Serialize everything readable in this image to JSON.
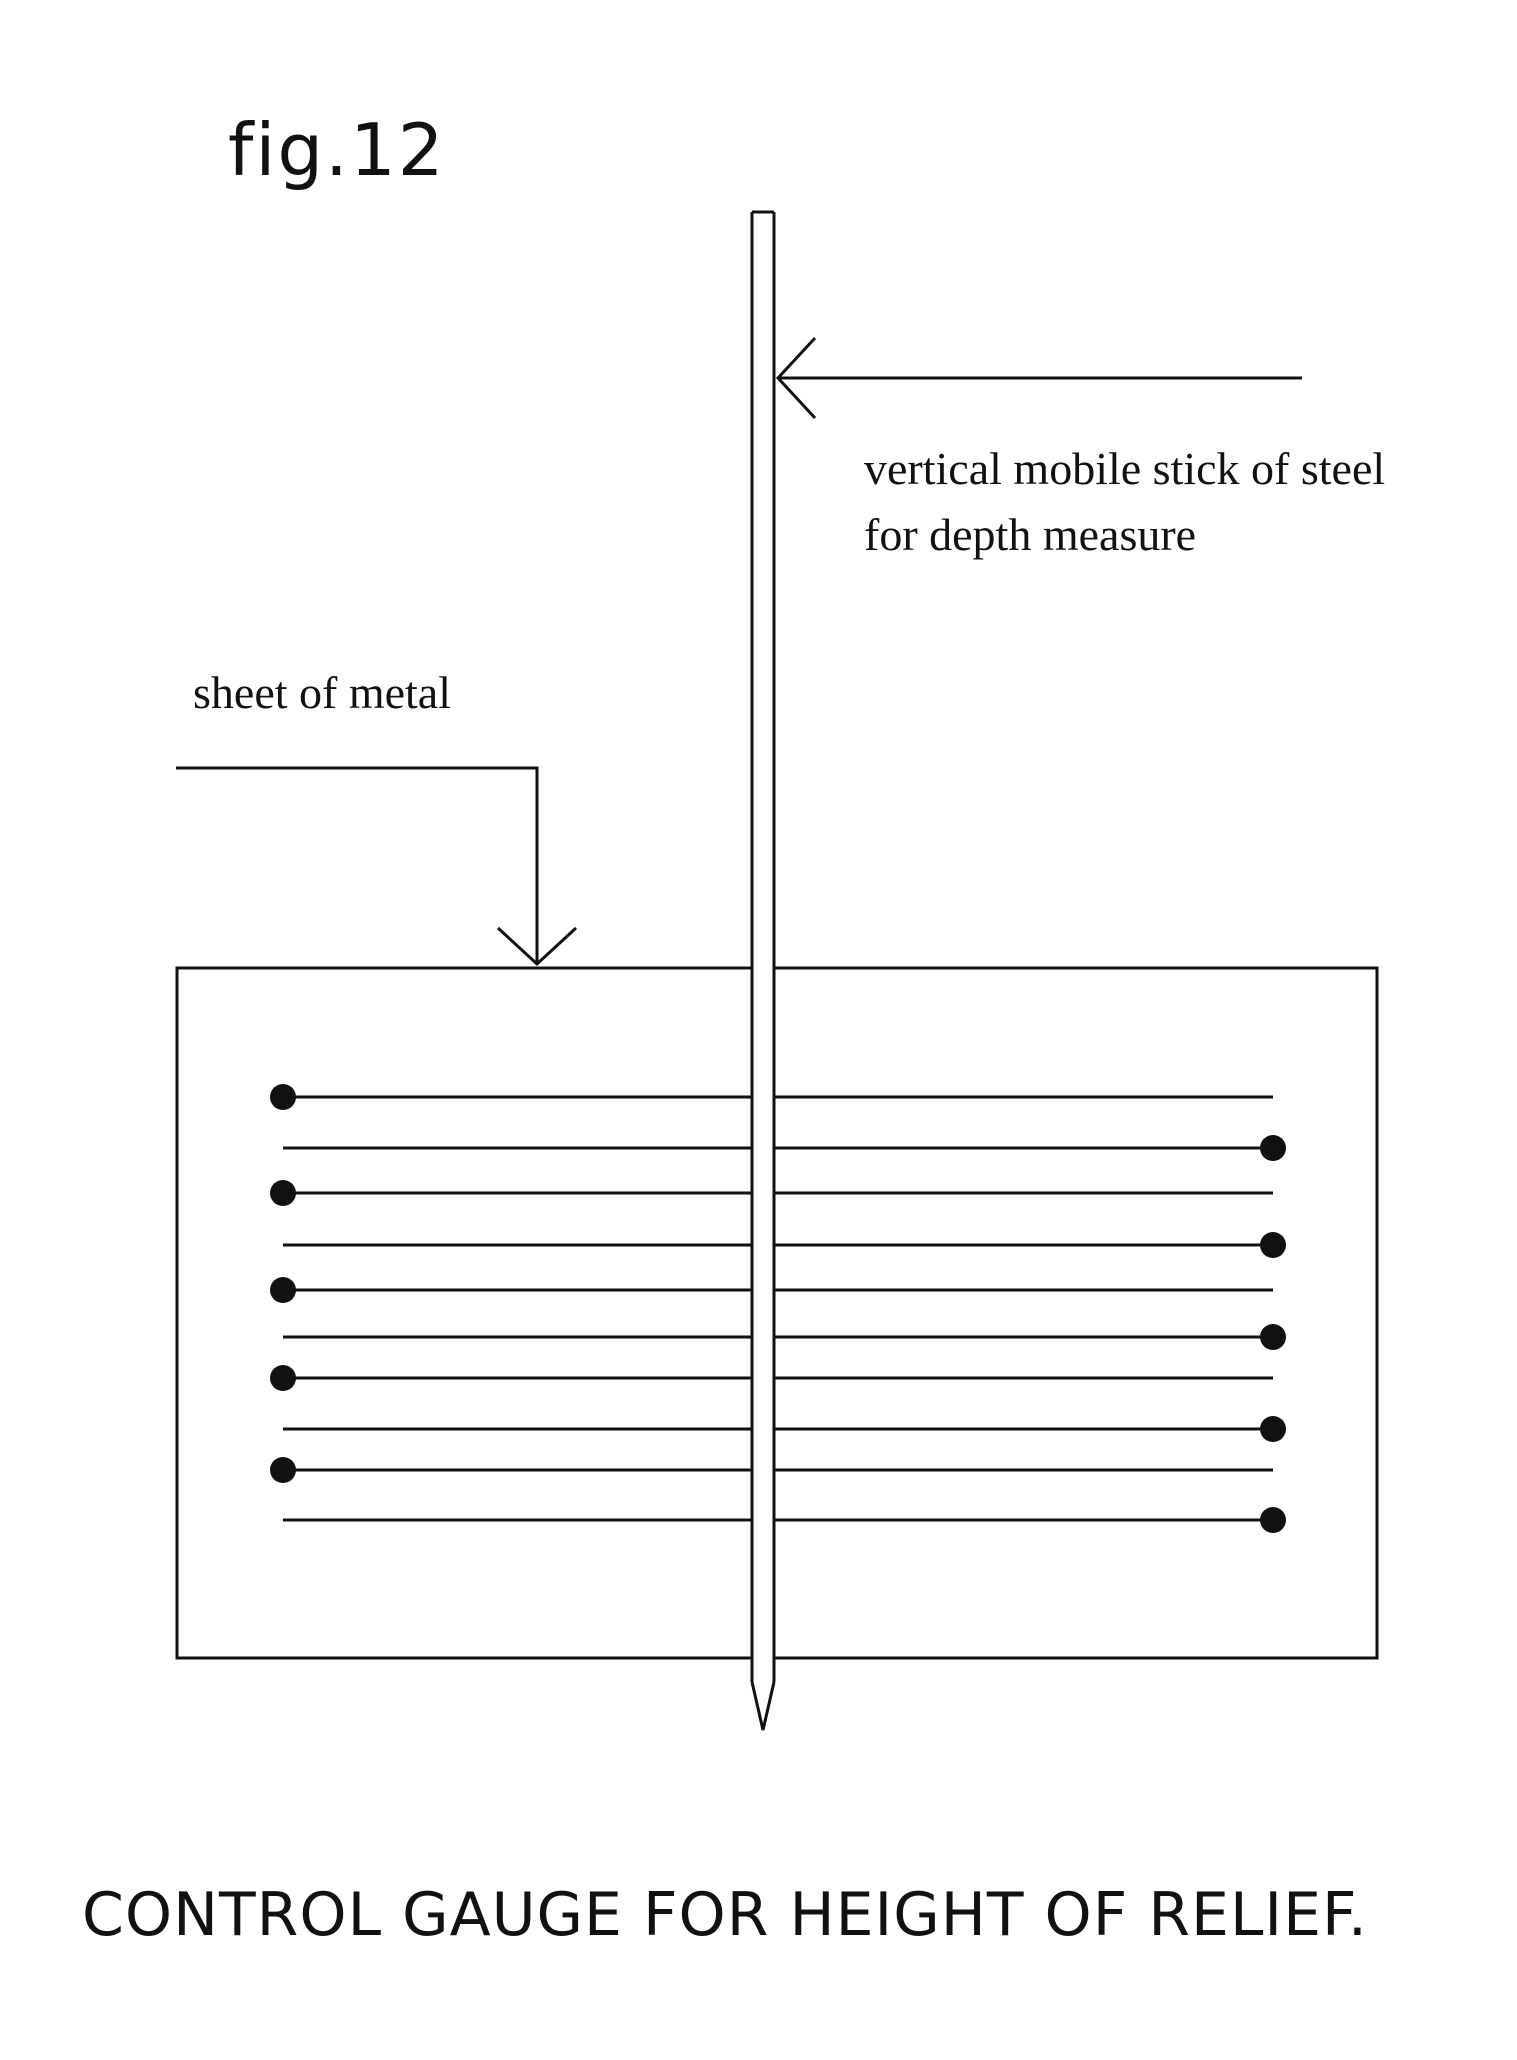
{
  "figure": {
    "label": "fig.12"
  },
  "annotations": {
    "stick_line1": "vertical mobile stick of steel",
    "stick_line2": "for depth measure",
    "sheet": "sheet of metal"
  },
  "caption": "CONTROL GAUGE FOR  HEIGHT OF RELIEF.",
  "gauge": {
    "wire_count": 10,
    "wire_anchor_pattern": [
      "left",
      "right",
      "left",
      "right",
      "left",
      "right",
      "left",
      "right",
      "left",
      "right"
    ]
  },
  "colors": {
    "ink": "#111111",
    "background": "#ffffff"
  }
}
